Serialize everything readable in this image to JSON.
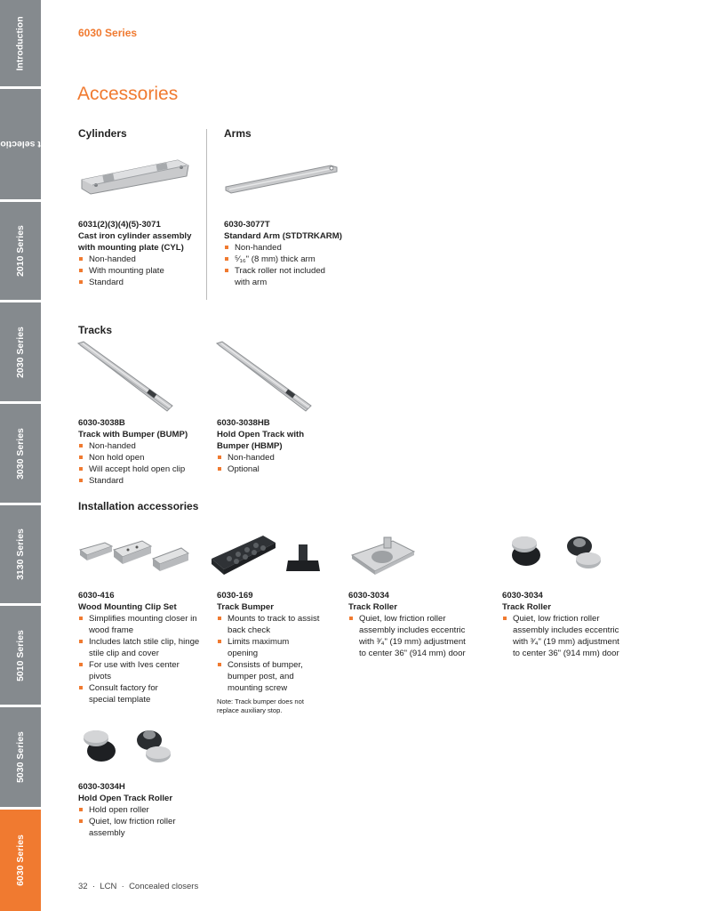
{
  "sidebar": {
    "tabs": [
      {
        "label": "Introduction",
        "active": false
      },
      {
        "label": "Product selection\nguide",
        "active": false
      },
      {
        "label": "2010 Series",
        "active": false
      },
      {
        "label": "2030 Series",
        "active": false
      },
      {
        "label": "3030 Series",
        "active": false
      },
      {
        "label": "3130 Series",
        "active": false
      },
      {
        "label": "5010 Series",
        "active": false
      },
      {
        "label": "5030 Series",
        "active": false
      },
      {
        "label": "6030 Series",
        "active": true
      }
    ]
  },
  "header": {
    "series": "6030 Series",
    "title": "Accessories"
  },
  "sections": {
    "cylinders": "Cylinders",
    "arms": "Arms",
    "tracks": "Tracks",
    "installation": "Installation accessories"
  },
  "products": {
    "cyl": {
      "code": "6031(2)(3)(4)(5)-3071",
      "name": "Cast iron cylinder assembly with mounting plate (CYL)",
      "bullets": [
        "Non-handed",
        "With mounting plate",
        "Standard"
      ]
    },
    "arm": {
      "code": "6030-3077T",
      "name": "Standard Arm (STDTRKARM)",
      "bullets": [
        "Non-handed",
        "⁵⁄₁₆\" (8 mm) thick arm",
        "Track roller not included with arm"
      ]
    },
    "bump": {
      "code": "6030-3038B",
      "name": "Track with Bumper (BUMP)",
      "bullets": [
        "Non-handed",
        "Non hold open",
        "Will accept hold open clip",
        "Standard"
      ]
    },
    "hbmp": {
      "code": "6030-3038HB",
      "name": "Hold Open Track with Bumper (HBMP)",
      "bullets": [
        "Non-handed",
        "Optional"
      ]
    },
    "clip": {
      "code": "6030-416",
      "name": "Wood Mounting Clip Set",
      "bullets": [
        "Simplifies mounting closer in wood frame",
        "Includes latch stile clip, hinge stile clip and cover",
        "For use with Ives center pivots",
        "Consult factory for special template"
      ]
    },
    "tbump": {
      "code": "6030-169",
      "name": "Track Bumper",
      "bullets": [
        "Mounts to track to assist back check",
        "Limits maximum opening",
        "Consists of bumper, bumper post, and mounting screw"
      ],
      "note": "Note: Track bumper does not replace auxiliary stop."
    },
    "roller1": {
      "code": "6030-3034",
      "name": "Track Roller",
      "bullets": [
        "Quiet, low friction roller assembly includes eccentric with ³⁄₄\" (19 mm) adjustment to center 36\" (914 mm) door"
      ]
    },
    "roller2": {
      "code": "6030-3034",
      "name": "Track Roller",
      "bullets": [
        "Quiet, low friction roller assembly includes eccentric with ³⁄₄\" (19 mm) adjustment to center 36\" (914 mm) door"
      ]
    },
    "hroller": {
      "code": "6030-3034H",
      "name": "Hold Open Track Roller",
      "bullets": [
        "Hold open roller",
        "Quiet, low friction roller assembly"
      ]
    }
  },
  "footer": {
    "page": "32",
    "brand": "LCN",
    "section": "Concealed closers"
  }
}
